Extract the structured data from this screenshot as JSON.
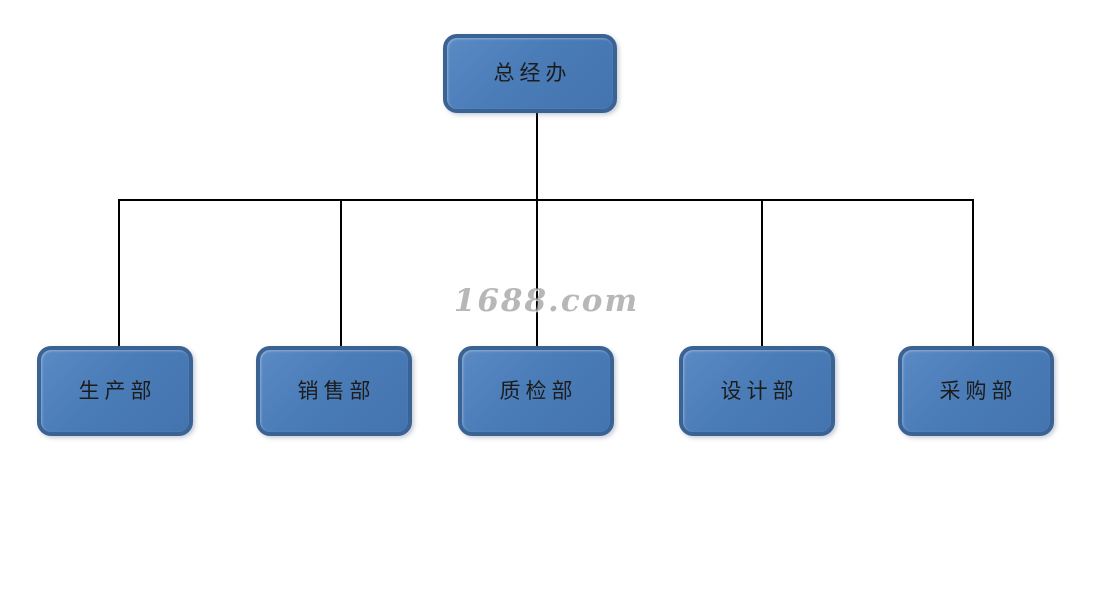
{
  "diagram": {
    "type": "org-chart",
    "root": {
      "label": "总经办"
    },
    "children": [
      {
        "label": "生产部"
      },
      {
        "label": "销售部"
      },
      {
        "label": "质检部"
      },
      {
        "label": "设计部"
      },
      {
        "label": "采购部"
      }
    ],
    "edges": [
      [
        "总经办",
        "生产部"
      ],
      [
        "总经办",
        "销售部"
      ],
      [
        "总经办",
        "质检部"
      ],
      [
        "总经办",
        "设计部"
      ],
      [
        "总经办",
        "采购部"
      ]
    ],
    "watermark": "1688.com",
    "colors": {
      "node_fill": "#4a7cb8",
      "node_border": "#3a6394",
      "node_text": "#1c1c1c",
      "connector": "#000000",
      "watermark_text": "#919191",
      "background": "#ffffff"
    }
  }
}
